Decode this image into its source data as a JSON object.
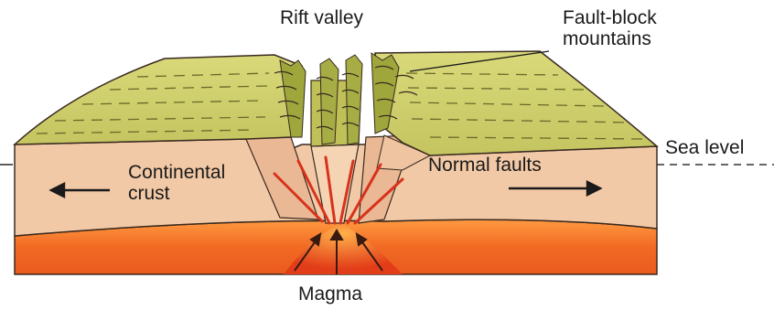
{
  "labels": {
    "rift_valley": "Rift valley",
    "fault_block_line1": "Fault-block",
    "fault_block_line2": "mountains",
    "sea_level": "Sea level",
    "continental_line1": "Continental",
    "continental_line2": "crust",
    "normal_faults": "Normal faults",
    "magma": "Magma"
  },
  "colors": {
    "surface": "#cfcf6a",
    "surface_dark": "#a9ad3f",
    "crust": "#f2c9a6",
    "crust_edge": "#e2ad88",
    "mantle": "#f05a22",
    "mantle_light": "#ff8a3a",
    "magma": "#e03014",
    "outline": "#3a2a20"
  }
}
